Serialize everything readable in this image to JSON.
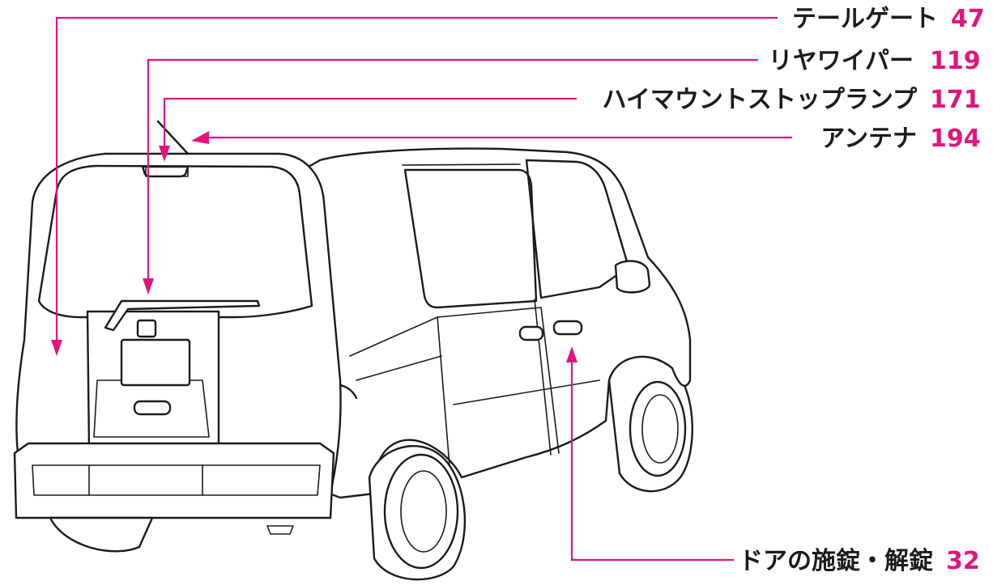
{
  "callouts": [
    {
      "id": "tailgate",
      "label": "テールゲート",
      "page": "47"
    },
    {
      "id": "rear-wiper",
      "label": "リヤワイパー",
      "page": "119"
    },
    {
      "id": "high-mount-stop-lamp",
      "label": "ハイマウントストップランプ",
      "page": "171"
    },
    {
      "id": "antenna",
      "label": "アンテナ",
      "page": "194"
    },
    {
      "id": "door-lock",
      "label": "ドアの施錠・解錠",
      "page": "32"
    }
  ],
  "colors": {
    "accent": "#e0157e",
    "line": "#1b1b1b",
    "background": "#ffffff"
  }
}
